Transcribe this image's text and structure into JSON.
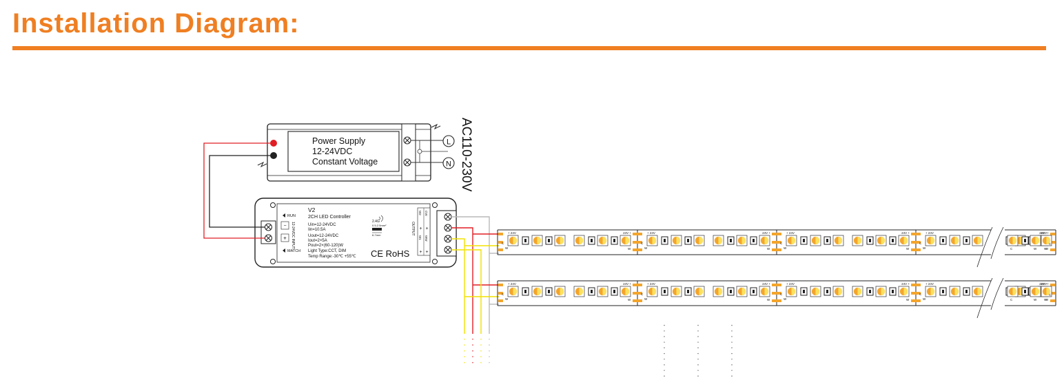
{
  "header": {
    "title": "Installation Diagram:"
  },
  "power_supply": {
    "line1": "Power Supply",
    "line2": "12-24VDC",
    "line3": "Constant Voltage",
    "ac_input": "AC110-230V",
    "l_terminal": "L",
    "n_terminal": "N"
  },
  "controller": {
    "model": "V2",
    "name": "2CH LED Controller",
    "spec_uin": "Uin=12-24VDC",
    "spec_iin": "Iin=10.5A",
    "spec_uout": "Uout=12-24VDC",
    "spec_iout": "Iout=2×5A",
    "spec_pout": "Pout=2×(60-120)W",
    "spec_light": "Light Type:CCT, DIM",
    "spec_temp": "Temp Range:-30℃ +55℃",
    "run_label": "RUN",
    "match_label": "MATCH",
    "input_label": "12-24VDC INPUT",
    "output_label": "OUTPUT",
    "out_cw": "CW",
    "out_ww": "WW",
    "out_w2": "W2",
    "out_w1": "W1",
    "rf_label": "2.4G",
    "rf_range": "0.5-2.5mm²",
    "rf_strip": "6-7mm",
    "cert": "CE RoHS"
  },
  "strip": {
    "v_plus": "+ 24V",
    "v_end": "24V +",
    "c": "C",
    "w": "W"
  },
  "colors": {
    "accent": "#ef7f22",
    "wire_red": "#e11d24",
    "wire_black": "#222222",
    "wire_yellow": "#f2e200",
    "wire_gray": "#b9b9b9"
  }
}
